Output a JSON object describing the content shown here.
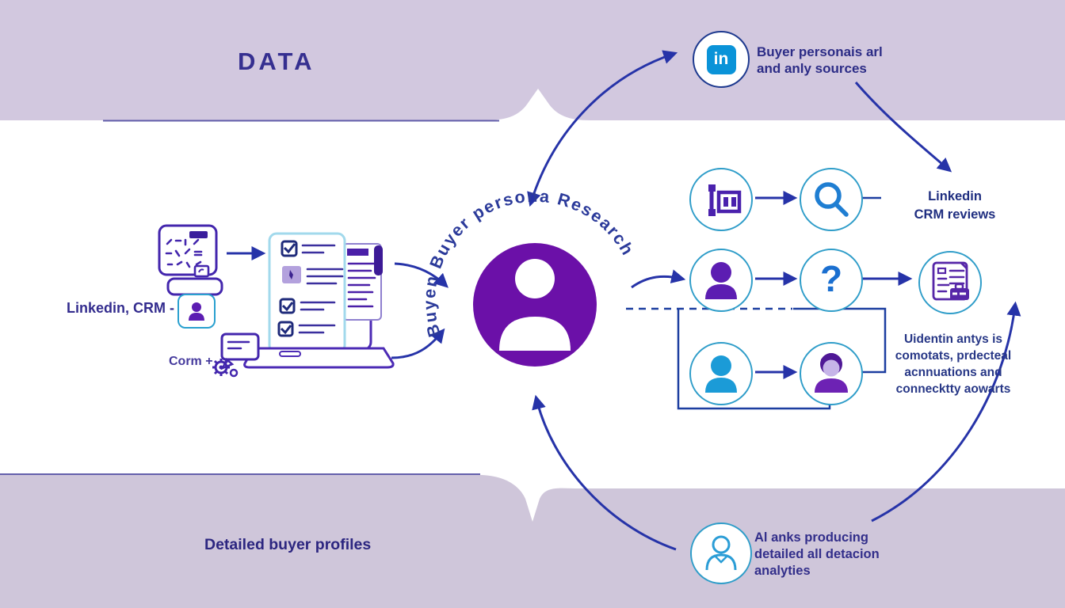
{
  "top_band": {
    "title": "DATA",
    "linkedin_caption": [
      "Buyer personais arl",
      "and anly sources"
    ]
  },
  "left": {
    "linkedin_crm_label": "Linkedin, CRM -",
    "corm_label": "Corm +"
  },
  "center": {
    "curved_title": "Buyen Buyer persona Research"
  },
  "right": {
    "row1_caption": [
      "Linkedin",
      "CRM reviews"
    ],
    "question_mark": "?",
    "note": [
      "Uidentin antys is",
      "comotats, prdecteal",
      "acnnuations and",
      "connecktty aowarts"
    ]
  },
  "bottom_band": {
    "profiles_label": "Detailed buyer profiles",
    "ai_caption": [
      "Al anks producing",
      "detailed all detacion",
      "analyties"
    ]
  },
  "icons": {
    "linkedin_logo": "in",
    "names": [
      "linkedin-icon",
      "calendar-icon",
      "checklist-laptop-icon",
      "person-badge-icon",
      "speech-gear-icon",
      "chart-icon",
      "search-icon",
      "person-icon",
      "question-icon",
      "document-icon",
      "avatar-icon",
      "ai-person-icon"
    ]
  },
  "colors": {
    "band_lavender": "#d2c8df",
    "arrow_blue": "#2633a8",
    "center_purple": "#6b10a8",
    "linkedin_blue": "#0a93d8",
    "circle_border_cyan": "#2f9dc9",
    "icon_purple": "#5c1db2",
    "person_blue": "#1b9bd7",
    "text_indigo": "#2c2c86"
  }
}
